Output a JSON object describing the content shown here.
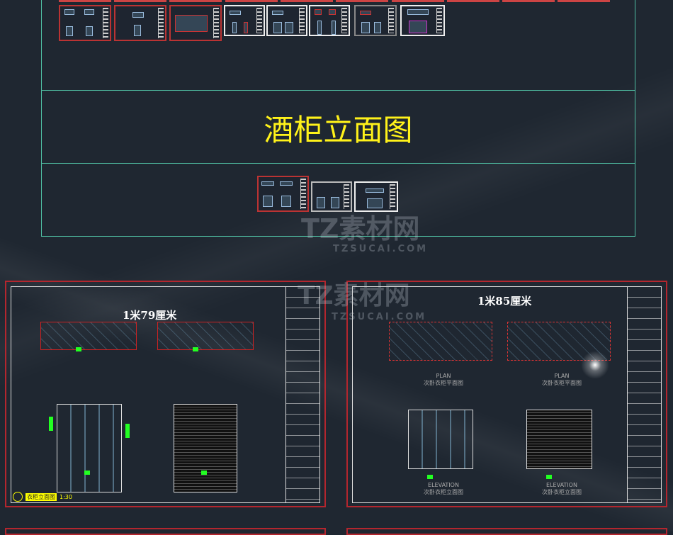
{
  "top_section": {
    "title": "酒柜立面图"
  },
  "sheet_left": {
    "heading": "1米79厘米",
    "scale_label": "衣柜立面图",
    "scale_value": "1:30"
  },
  "sheet_right": {
    "heading": "1米85厘米",
    "captions": [
      {
        "en": "PLAN",
        "zh": "次卧衣柜平面图"
      },
      {
        "en": "PLAN",
        "zh": "次卧衣柜平面图"
      },
      {
        "en": "ELEVATION",
        "zh": "次卧衣柜立面图"
      },
      {
        "en": "ELEVATION",
        "zh": "次卧衣柜立面图"
      }
    ]
  },
  "watermark": {
    "brand": "TZ素材网",
    "url": "TZSUCAI.COM"
  },
  "colors": {
    "background": "#1f2731",
    "panel_border": "#4fbfa3",
    "title": "#fff21a",
    "sheet_border": "#b3262e",
    "dimension": "#22ff22"
  }
}
